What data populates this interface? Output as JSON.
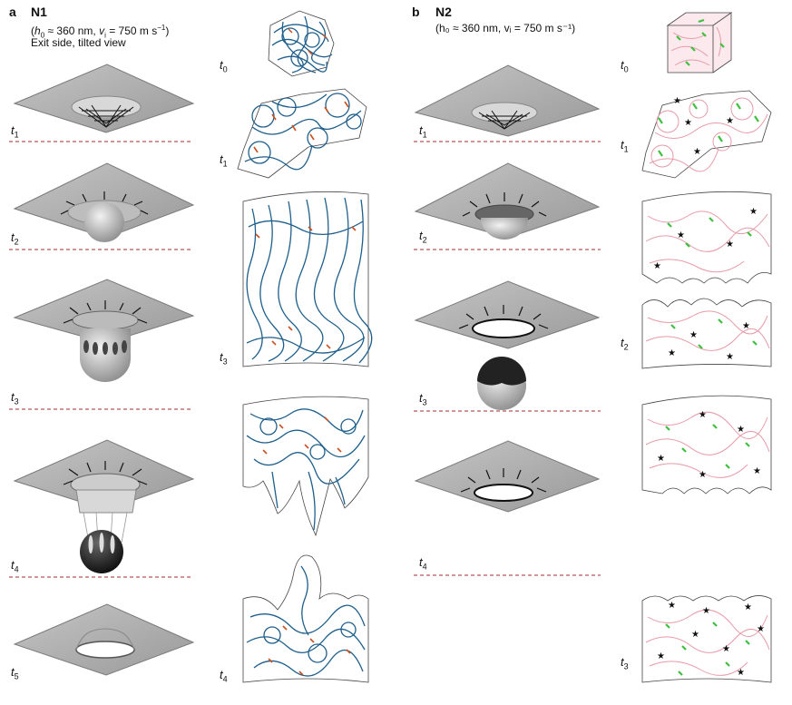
{
  "panel_a": {
    "letter": "a",
    "title": "N1",
    "cond_h0": "h",
    "cond_h0_sub": "0",
    "cond_h0_val": " ≈ 360 nm, ",
    "cond_v": "v",
    "cond_v_sub": "i",
    "cond_v_val": " = 750 m s",
    "cond_v_exp": "−1",
    "subtitle": "Exit side, tilted view",
    "left_times": [
      "t",
      "t",
      "t",
      "t",
      "t"
    ],
    "left_subs": [
      "1",
      "2",
      "3",
      "4",
      "5"
    ],
    "right_times": [
      "t",
      "t",
      "t",
      "t"
    ],
    "right_subs": [
      "0",
      "1",
      "3",
      "4"
    ]
  },
  "panel_b": {
    "letter": "b",
    "title": "N2",
    "cond": "(h₀ ≈ 360 nm, vᵢ = 750 m s⁻¹)",
    "left_times": [
      "t",
      "t",
      "t",
      "t"
    ],
    "left_subs": [
      "1",
      "2",
      "3",
      "4"
    ],
    "right_times": [
      "t",
      "t",
      "t",
      "t"
    ],
    "right_subs": [
      "0",
      "1",
      "2",
      "3"
    ]
  },
  "colors": {
    "plate": "#a8a8a8",
    "plate_edge": "#7a7a7a",
    "divider": "#a52a2a",
    "chain_blue": "#1f5f8b",
    "crosslink_red": "#c8501e",
    "chain_pink": "#e79aa8",
    "crosslink_green": "#3fbf3f"
  },
  "icons": [
    "plate-icon",
    "projectile-icon",
    "polymer-network-icon",
    "crosslink-icon",
    "star-icon"
  ]
}
